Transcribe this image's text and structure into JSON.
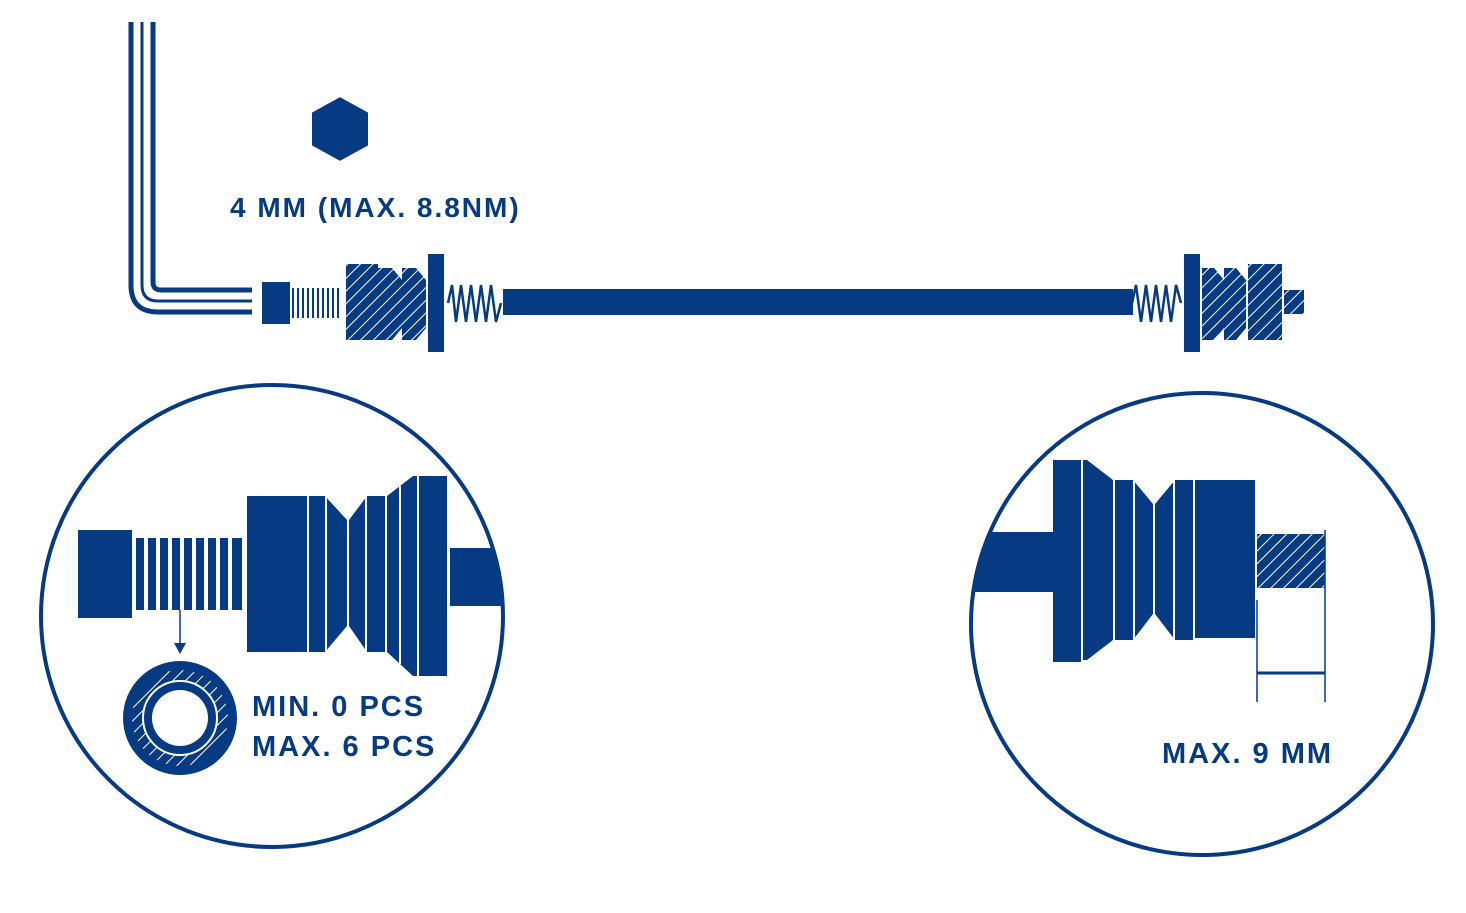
{
  "colors": {
    "ink": "#063A82",
    "paper": "#ffffff"
  },
  "labels": {
    "hex_size": "4 MM (MAX. 8.8NM)",
    "washer_min": "MIN. 0 PCS",
    "washer_max": "MAX. 6 PCS",
    "thread_max": "MAX. 9 MM"
  },
  "icons": {
    "hex_key": "hex-key-icon",
    "hex_profile": "hexagon-icon",
    "washer": "washer-icon"
  }
}
